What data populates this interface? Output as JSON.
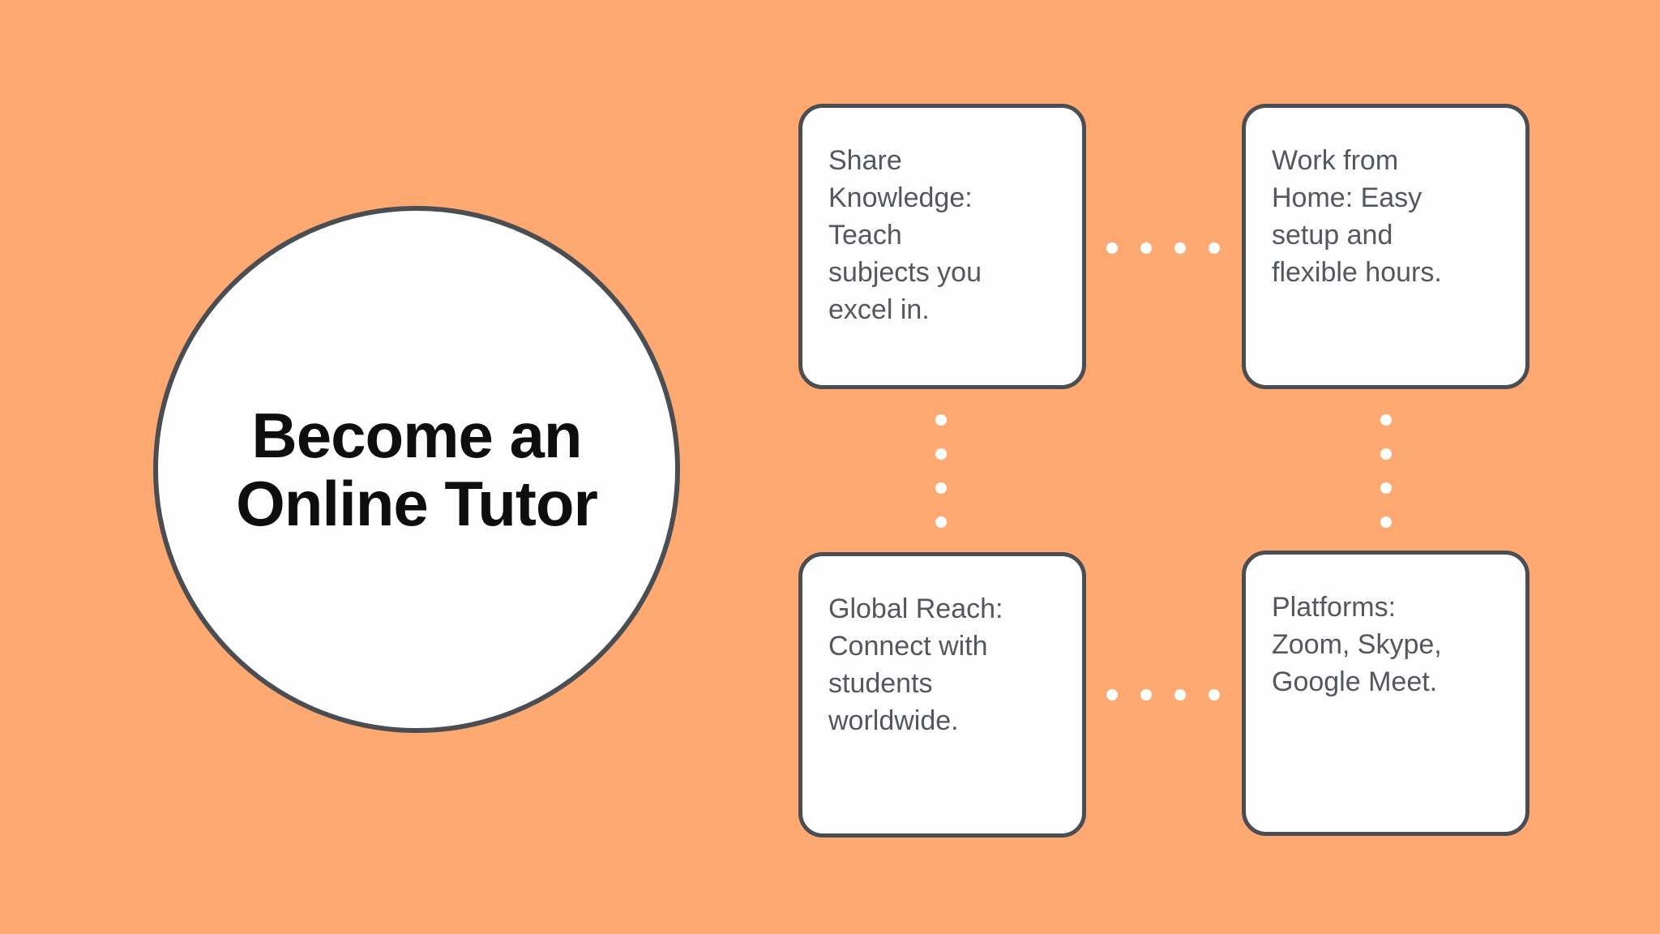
{
  "colors": {
    "background": "#FDA971",
    "stroke": "#4A4D52",
    "card_fill": "#FEFEFE",
    "title_text": "#0E0E0E",
    "card_text": "#54575C",
    "connector_dot": "#FFFFFF"
  },
  "center_circle": {
    "title": "Become an\nOnline Tutor"
  },
  "cards": [
    {
      "id": "share-knowledge",
      "text": "Share\nKnowledge:\nTeach\nsubjects you\nexcel in."
    },
    {
      "id": "work-from-home",
      "text": "Work from\nHome: Easy\nsetup and\nflexible hours."
    },
    {
      "id": "global-reach",
      "text": "Global Reach:\nConnect with\nstudents\nworldwide."
    },
    {
      "id": "platforms",
      "text": "Platforms:\nZoom, Skype,\nGoogle Meet."
    }
  ]
}
